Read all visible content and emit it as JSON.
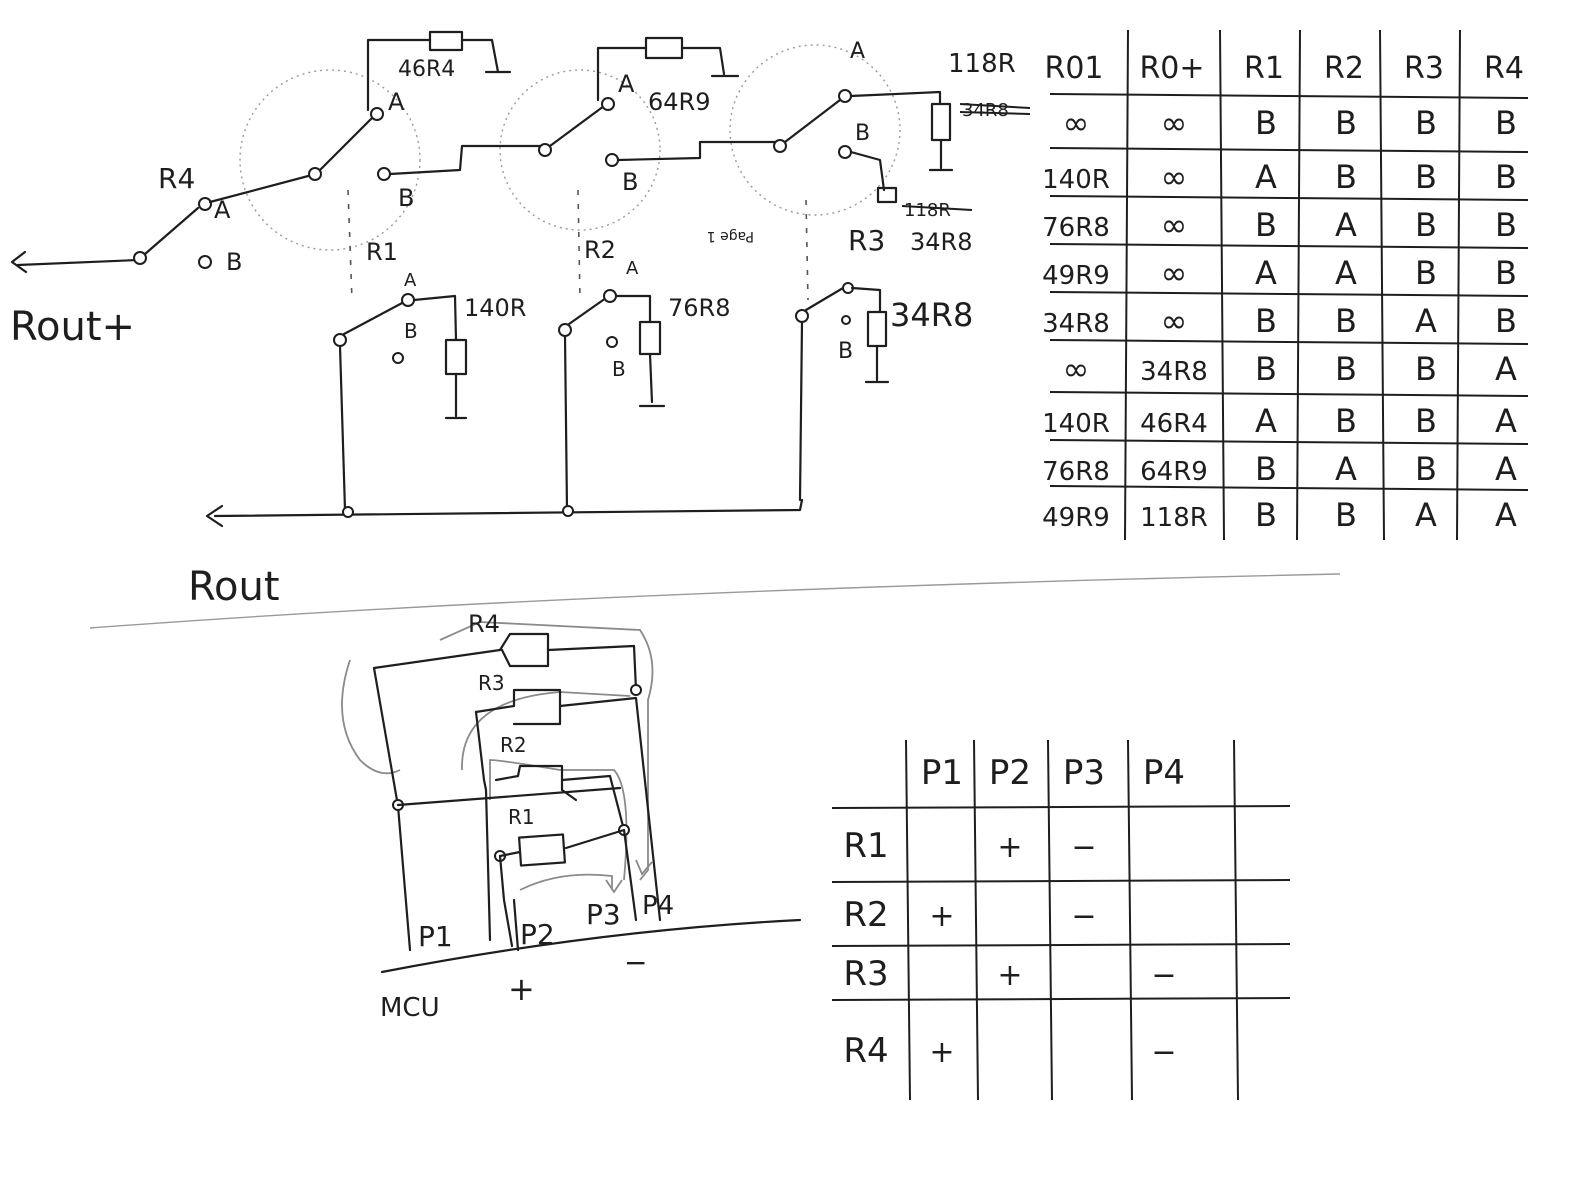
{
  "labels": {
    "r_out_plus": "Rout+",
    "r_out": "Rout",
    "r1": "R1",
    "r2": "R2",
    "r3": "R3",
    "r4": "R4",
    "a": "A",
    "b": "B",
    "res_46r4": "46R4",
    "res_64r9": "64R9",
    "res_118r": "118R",
    "res_34r8_struck": "34R8",
    "res_118r_struck": "118R",
    "res_34r8": "34R8",
    "res_34r8_big": "34R8",
    "res_140r": "140R",
    "res_76r8": "76R8",
    "page_mark": "Page 1",
    "mcu": "MCU",
    "plus": "+",
    "minus": "−"
  },
  "table1": {
    "headers": [
      "R01",
      "R0+",
      "R1",
      "R2",
      "R3",
      "R4"
    ],
    "rows": [
      [
        "∞",
        "∞",
        "B",
        "B",
        "B",
        "B"
      ],
      [
        "140R",
        "∞",
        "A",
        "B",
        "B",
        "B"
      ],
      [
        "76R8",
        "∞",
        "B",
        "A",
        "B",
        "B"
      ],
      [
        "49R9",
        "∞",
        "A",
        "A",
        "B",
        "B"
      ],
      [
        "34R8",
        "∞",
        "B",
        "B",
        "A",
        "B"
      ],
      [
        "∞",
        "34R8",
        "B",
        "B",
        "B",
        "A"
      ],
      [
        "140R",
        "46R4",
        "A",
        "B",
        "B",
        "A"
      ],
      [
        "76R8",
        "64R9",
        "B",
        "A",
        "B",
        "A"
      ],
      [
        "49R9",
        "118R",
        "B",
        "B",
        "A",
        "A"
      ]
    ]
  },
  "board": {
    "r4": "R4",
    "r3": "R3",
    "r2": "R2",
    "r1": "R1",
    "p1": "P1",
    "p2": "P2",
    "p3": "P3",
    "p4": "P4"
  },
  "table2": {
    "headers": [
      "P1",
      "P2",
      "P3",
      "P4"
    ],
    "rows": [
      {
        "label": "R1",
        "cells": [
          "",
          "+",
          "−",
          ""
        ]
      },
      {
        "label": "R2",
        "cells": [
          "+",
          "",
          "−",
          ""
        ]
      },
      {
        "label": "R3",
        "cells": [
          "",
          "+",
          "",
          "−"
        ]
      },
      {
        "label": "R4",
        "cells": [
          "+",
          "",
          "",
          "−"
        ]
      }
    ]
  }
}
